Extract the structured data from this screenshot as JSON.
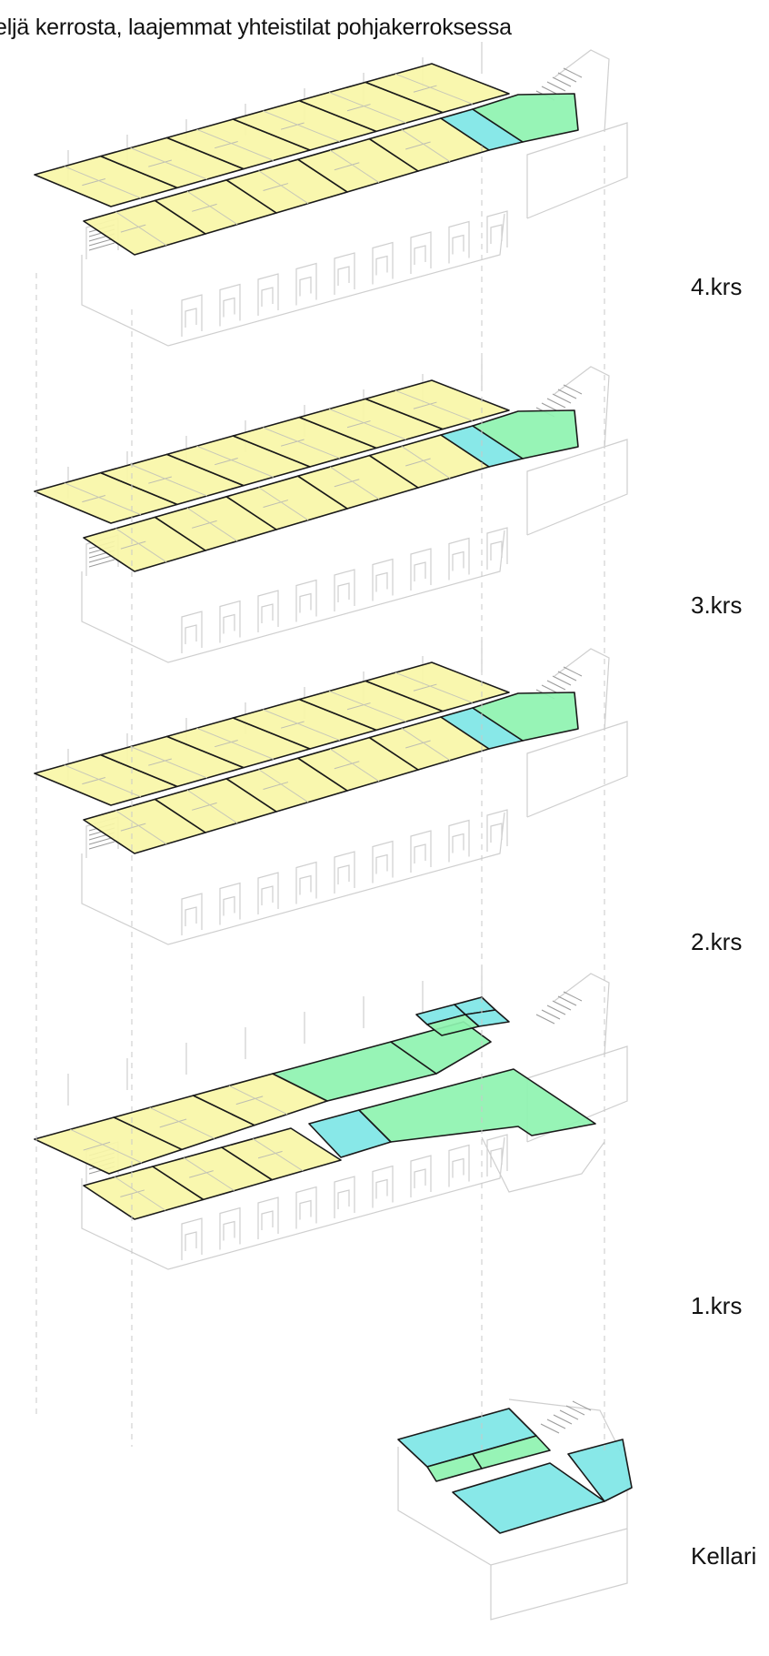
{
  "caption": "eljä kerrosta, laajemmat yhteistilat  pohjakerroksessa",
  "colors": {
    "residential": "#f8f6a7",
    "common": "#8ef3b0",
    "service": "#7ee6e6",
    "outline": "#1a1a1a",
    "wall": "#cfcfcf"
  },
  "levels": [
    {
      "id": "4krs",
      "label": "4.krs"
    },
    {
      "id": "3krs",
      "label": "3.krs"
    },
    {
      "id": "2krs",
      "label": "2.krs"
    },
    {
      "id": "1krs",
      "label": "1.krs"
    },
    {
      "id": "kellari",
      "label": "Kellari"
    }
  ]
}
